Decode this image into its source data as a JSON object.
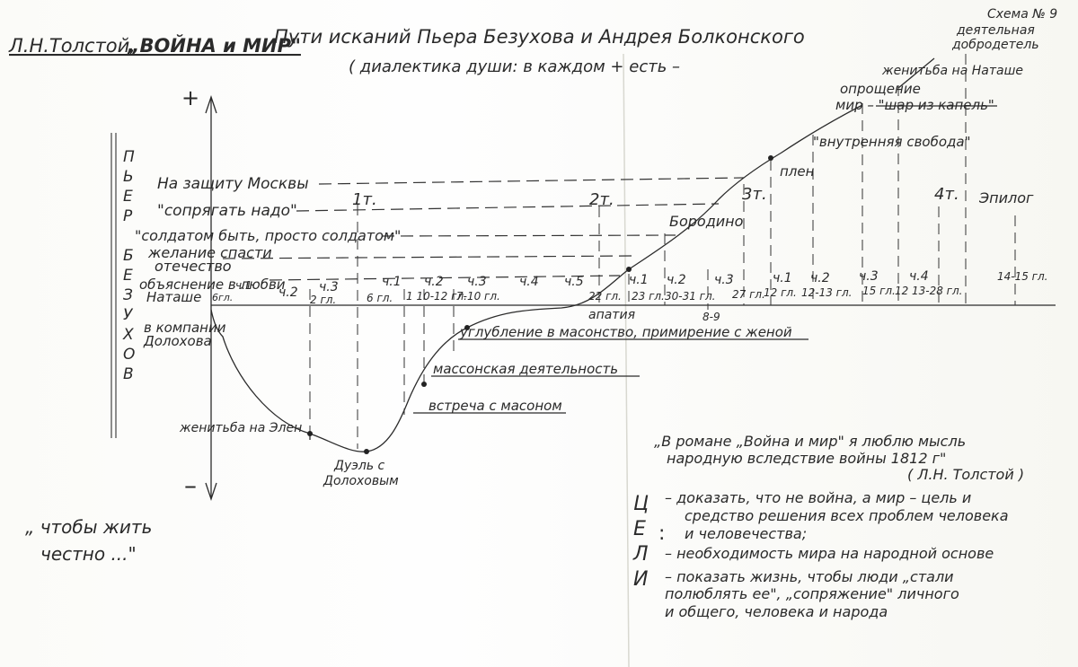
{
  "header": {
    "scheme_label": "Схема № 9",
    "author": "Л.Н.Толстой,",
    "work": "„ВОЙНА и МИР\"",
    "subtitle": "Пути исканий Пьера Безухова и Андрея Болконского",
    "subtitle2": "( диалектика души: в каждом + есть –"
  },
  "axis": {
    "plus": "+",
    "minus": "–",
    "vertical_name": [
      "П",
      "Ь",
      "Е",
      "Р",
      "",
      "Б",
      "Е",
      "З",
      "У",
      "Х",
      "О",
      "В"
    ]
  },
  "levels": {
    "l1": "На защиту Москвы",
    "l2": "\"сопрягать надо\"",
    "l3": "\"солдатом быть, просто солдатом\"",
    "l4a": "желание спасти",
    "l4b": "отечество",
    "l5a": "объяснение в любви",
    "l5b": "Наташе"
  },
  "volumes": {
    "t1": "1т.",
    "t2": "2т.",
    "t3": "3т.",
    "t4": "4т.",
    "epilogue": "Эпилог"
  },
  "parts": {
    "p1": "ч.1",
    "p2": "ч.2",
    "p3": "ч.3",
    "p1b": "ч.1",
    "p2b": "ч.2",
    "p3b": "ч.3",
    "p4b": "ч.4",
    "p5b": "ч.5",
    "p1c": "ч.1",
    "p2c": "ч.2",
    "p3c": "ч.3",
    "p1d": "ч.1",
    "p2d": "ч.2",
    "p3d": "ч.3",
    "p4d": "ч.4"
  },
  "chapters": {
    "c1": "6гл.",
    "c2": "2 гл.",
    "c3": "6 гл.",
    "c4": "1 10-12 гл.",
    "c5": "7-10 гл.",
    "c6": "22 гл.",
    "c7": "23 гл.",
    "c8": "30-31 гл.",
    "c9": "27 гл.",
    "c10": "12 гл.",
    "c11": "12-13 гл.",
    "c12": "15 гл.",
    "c13": "12",
    "c14": "13-28 гл.",
    "c15": "14-15 гл.",
    "c16": "8-9"
  },
  "events": {
    "apathy": "апатия",
    "borodino": "Бородино",
    "captivity": "плен",
    "freedom": "\"внутренняя свобода\"",
    "simplicity1": "опрощение",
    "simplicity2": "мир – \"шар из капель\"",
    "marriage_natasha": "женитьба на Наташе",
    "virtue1": "деятельная",
    "virtue2": "добродетель",
    "dolokhov_company1": "в компании",
    "dolokhov_company2": "Долохова",
    "marriage_helen": "женитьба на Элен",
    "duel1": "Дуэль с",
    "duel2": "Долоховым",
    "meeting_mason": "встреча с масоном",
    "mason_activity": "массонская деятельность",
    "deepening": "углубление в масонство, примирение с женой"
  },
  "quote": {
    "q1": "„В романе „Война и мир\" я люблю мысль",
    "q2": "народную вследствие войны 1812 г\"",
    "q3": "( Л.Н. Толстой )"
  },
  "goals": {
    "letters": [
      "Ц",
      "Е",
      "Л",
      "И"
    ],
    "g1a": "– доказать, что не война, а мир – цель и",
    "g1b": "средство решения всех проблем человека",
    "g1c": "и человечества;",
    "g2": "– необходимость мира на народной основе",
    "g3a": "– показать жизнь, чтобы люди „стали",
    "g3b": "полюблять ее\", „сопряжение\" личного",
    "g3c": "и общего, человека и народа"
  },
  "motto": {
    "m1": "„ чтобы жить",
    "m2": "честно ...\""
  }
}
